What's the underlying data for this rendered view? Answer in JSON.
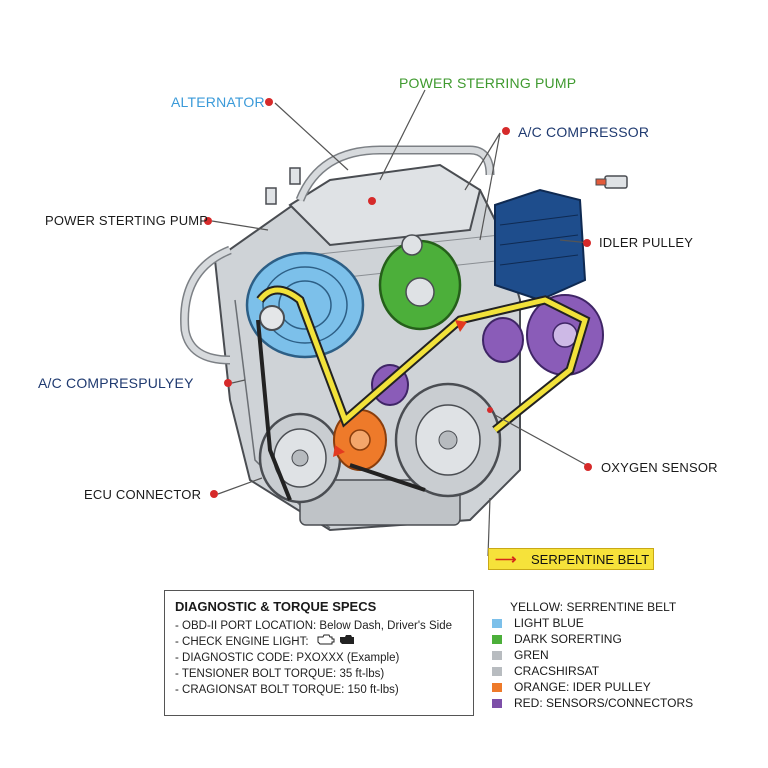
{
  "callouts": {
    "alternator": "ALTERNATOR",
    "power_steering_top": "POWER STERRING PUMP",
    "ac_compressor": "A/C COMPRESSOR",
    "power_steering_left": "POWER STERTING PUMP",
    "idler_pulley": "IDLER PULLEY",
    "ac_compre_pulley": "A/C COMPRESPULYEY",
    "oxygen_sensor": "OXYGEN SENSOR",
    "ecu_connector": "ECU CONNECTOR",
    "serpentine_belt": "SERPENTINE BELT"
  },
  "specs": {
    "title": "DIAGNOSTIC & TORQUE SPECS",
    "lines": [
      "- OBD-II PORT LOCATION: Below Dash, Driver's Side",
      "- CHECK ENGINE LIGHT:",
      "- DIAGNOSTIC CODE: PXOXXX (Example)",
      "- TENSIONER BOLT TORQUE: 35 ft-lbs)",
      "- CRAGIONSAT BOLT TORQUE: 150 ft-lbs)"
    ],
    "check_engine_icon": "check-engine-icon"
  },
  "legend": [
    {
      "label": "YELLOW: SERRENTINE BELT",
      "color": ""
    },
    {
      "label": "LIGHT BLUE",
      "color": "#7cc0ea"
    },
    {
      "label": "DARK SORERTING",
      "color": "#4caf3a"
    },
    {
      "label": "GREN",
      "color": "#b8bcc0"
    },
    {
      "label": "CRACSHIRSAT",
      "color": "#b8bcc0"
    },
    {
      "label": "ORANGE: IDER PULLEY",
      "color": "#ee7a2a"
    },
    {
      "label": "RED: SENSORS/CONNECTORS",
      "color": "#7d4fa8"
    }
  ],
  "colors": {
    "alternator": "#7cc0ea",
    "power_steering": "#4caf3a",
    "ac_compressor": "#1e4d8c",
    "idler": "#8a5cb8",
    "tensioner": "#ee7a2a",
    "belt": "#f2e23a",
    "engine": "#c9cdd1",
    "sensor_dot": "#d62a2a"
  }
}
